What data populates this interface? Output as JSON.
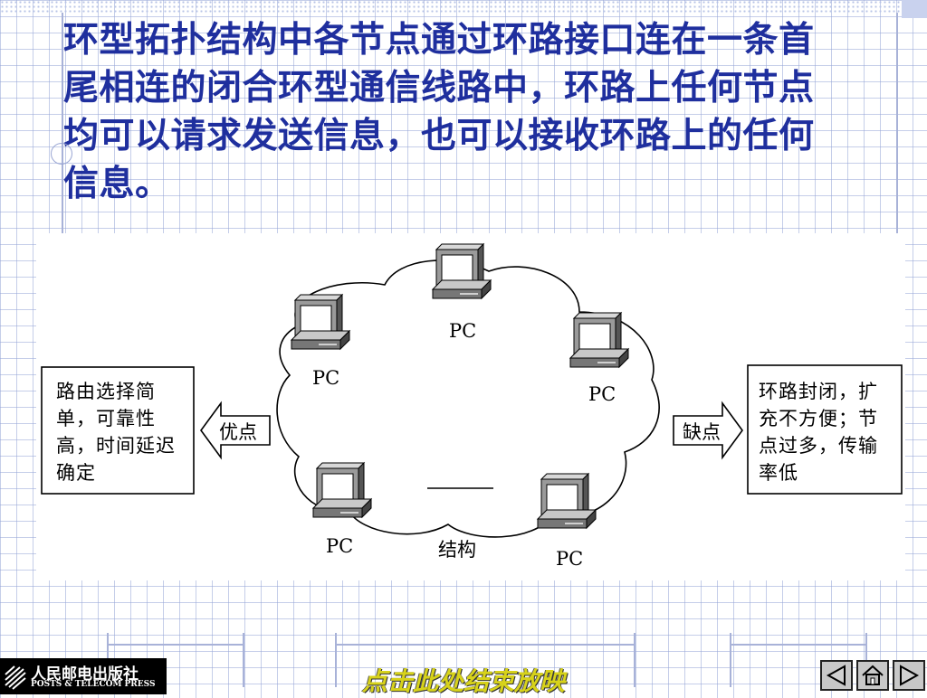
{
  "intro_text": "环型拓扑结构中各节点通过环路接口连在一条首尾相连的闭合环型通信线路中，环路上任何节点均可以请求发送信息，也可以接收环路上的任何信息。",
  "diagram": {
    "pc_label": "PC",
    "structure_label": "结构",
    "advantages": {
      "arrow_label": "优点",
      "text": "路由选择简单，可靠性高，时间延迟确定"
    },
    "disadvantages": {
      "arrow_label": "缺点",
      "text": "环路封闭，扩充不方便；节点过多，传输率低"
    }
  },
  "footer": {
    "publisher_cn": "人民邮电出版社",
    "publisher_en": "POSTS & TELECOM PRESS",
    "end_show_label": "点击此处结束放映",
    "nav": {
      "prev_icon": "triangle-left-icon",
      "home_icon": "home-icon",
      "next_icon": "triangle-right-icon"
    }
  },
  "colors": {
    "title_text": "#1f2f9e",
    "grid": "#96a5d7",
    "end_link": "#d7d21a"
  }
}
